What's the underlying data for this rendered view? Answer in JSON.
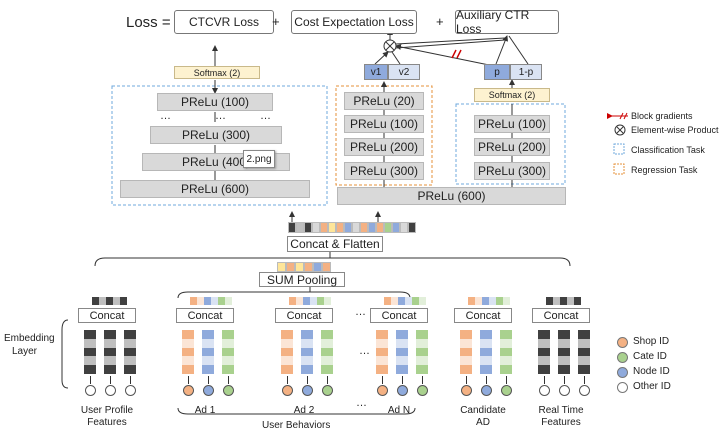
{
  "loss_equation": {
    "prefix": "Loss =",
    "terms": [
      "CTCVR Loss",
      "Cost Expectation Loss",
      "Auxiliary CTR Loss"
    ],
    "plus": "+"
  },
  "towers": {
    "left": {
      "softmax": "Softmax (2)",
      "layers": [
        "PReLu (100)",
        "PReLu (300)",
        "PReLu (400)",
        "PReLu (600)"
      ],
      "ellipsis": "…",
      "tooltip": "2.png"
    },
    "middle": {
      "outputs": [
        "v1",
        "v2"
      ],
      "layers": [
        "PReLu (20)",
        "PReLu (100)",
        "PReLu (200)",
        "PReLu (300)"
      ]
    },
    "right": {
      "outputs": [
        "p",
        "1-p"
      ],
      "softmax": "Softmax (2)",
      "layers": [
        "PReLu (100)",
        "PReLu (200)",
        "PReLu (300)"
      ]
    },
    "shared": "PReLu (600)",
    "block_gradients_mark": "//"
  },
  "legend_top": {
    "items": [
      {
        "label": "Block gradients",
        "icon": "block-gradients-icon"
      },
      {
        "label": "Element-wise Product",
        "icon": "element-wise-product-icon"
      },
      {
        "label": "Classification Task",
        "icon": "classification-task-icon",
        "color": "#6fa8dc"
      },
      {
        "label": "Regression Task",
        "icon": "regression-task-icon",
        "color": "#e69138"
      }
    ]
  },
  "legend_bottom": {
    "items": [
      {
        "label": "Shop ID",
        "color": "#f4b183"
      },
      {
        "label": "Cate ID",
        "color": "#a9d18e"
      },
      {
        "label": "Node ID",
        "color": "#8faadc"
      },
      {
        "label": "Other ID",
        "color": "#ffffff"
      }
    ]
  },
  "middle_section": {
    "concat_flatten": "Concat & Flatten",
    "sum_pooling": "SUM Pooling"
  },
  "bottom_section": {
    "embedding_label": [
      "Embedding",
      "Layer"
    ],
    "concat_label": "Concat",
    "ellipsis": "…",
    "groups": [
      {
        "label": [
          "User Profile",
          "Features"
        ]
      },
      {
        "label": [
          "Ad 1"
        ]
      },
      {
        "label": [
          "Ad 2"
        ]
      },
      {
        "label": [
          "Ad N"
        ]
      },
      {
        "label": [
          "Candidate",
          "AD"
        ]
      },
      {
        "label": [
          "Real Time",
          "Features"
        ]
      }
    ],
    "user_behaviors": "User Behaviors"
  },
  "colors": {
    "orange": "#f4b183",
    "green": "#a9d18e",
    "blue": "#8faadc",
    "dark": "#404040",
    "grey": "#d9d9d9",
    "yellow": "#fdf2d0",
    "classification": "#6fa8dc",
    "regression": "#e69138"
  }
}
